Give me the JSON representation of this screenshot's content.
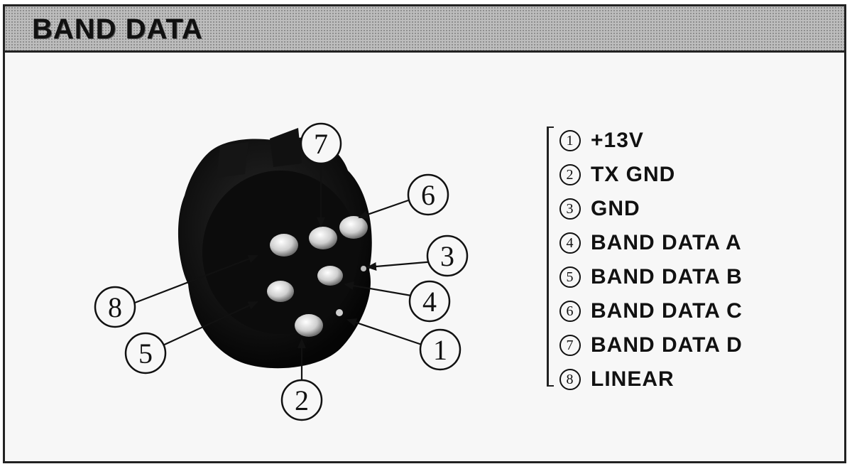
{
  "header": {
    "title": "BAND DATA"
  },
  "connector": {
    "callouts": [
      {
        "number": "7"
      },
      {
        "number": "6"
      },
      {
        "number": "3"
      },
      {
        "number": "4"
      },
      {
        "number": "1"
      },
      {
        "number": "2"
      },
      {
        "number": "5"
      },
      {
        "number": "8"
      }
    ]
  },
  "legend": {
    "items": [
      {
        "number": "1",
        "label": "+13V"
      },
      {
        "number": "2",
        "label": "TX GND"
      },
      {
        "number": "3",
        "label": "GND"
      },
      {
        "number": "4",
        "label": "BAND DATA A"
      },
      {
        "number": "5",
        "label": "BAND DATA B"
      },
      {
        "number": "6",
        "label": "BAND DATA C"
      },
      {
        "number": "7",
        "label": "BAND DATA D"
      },
      {
        "number": "8",
        "label": "LINEAR"
      }
    ]
  }
}
